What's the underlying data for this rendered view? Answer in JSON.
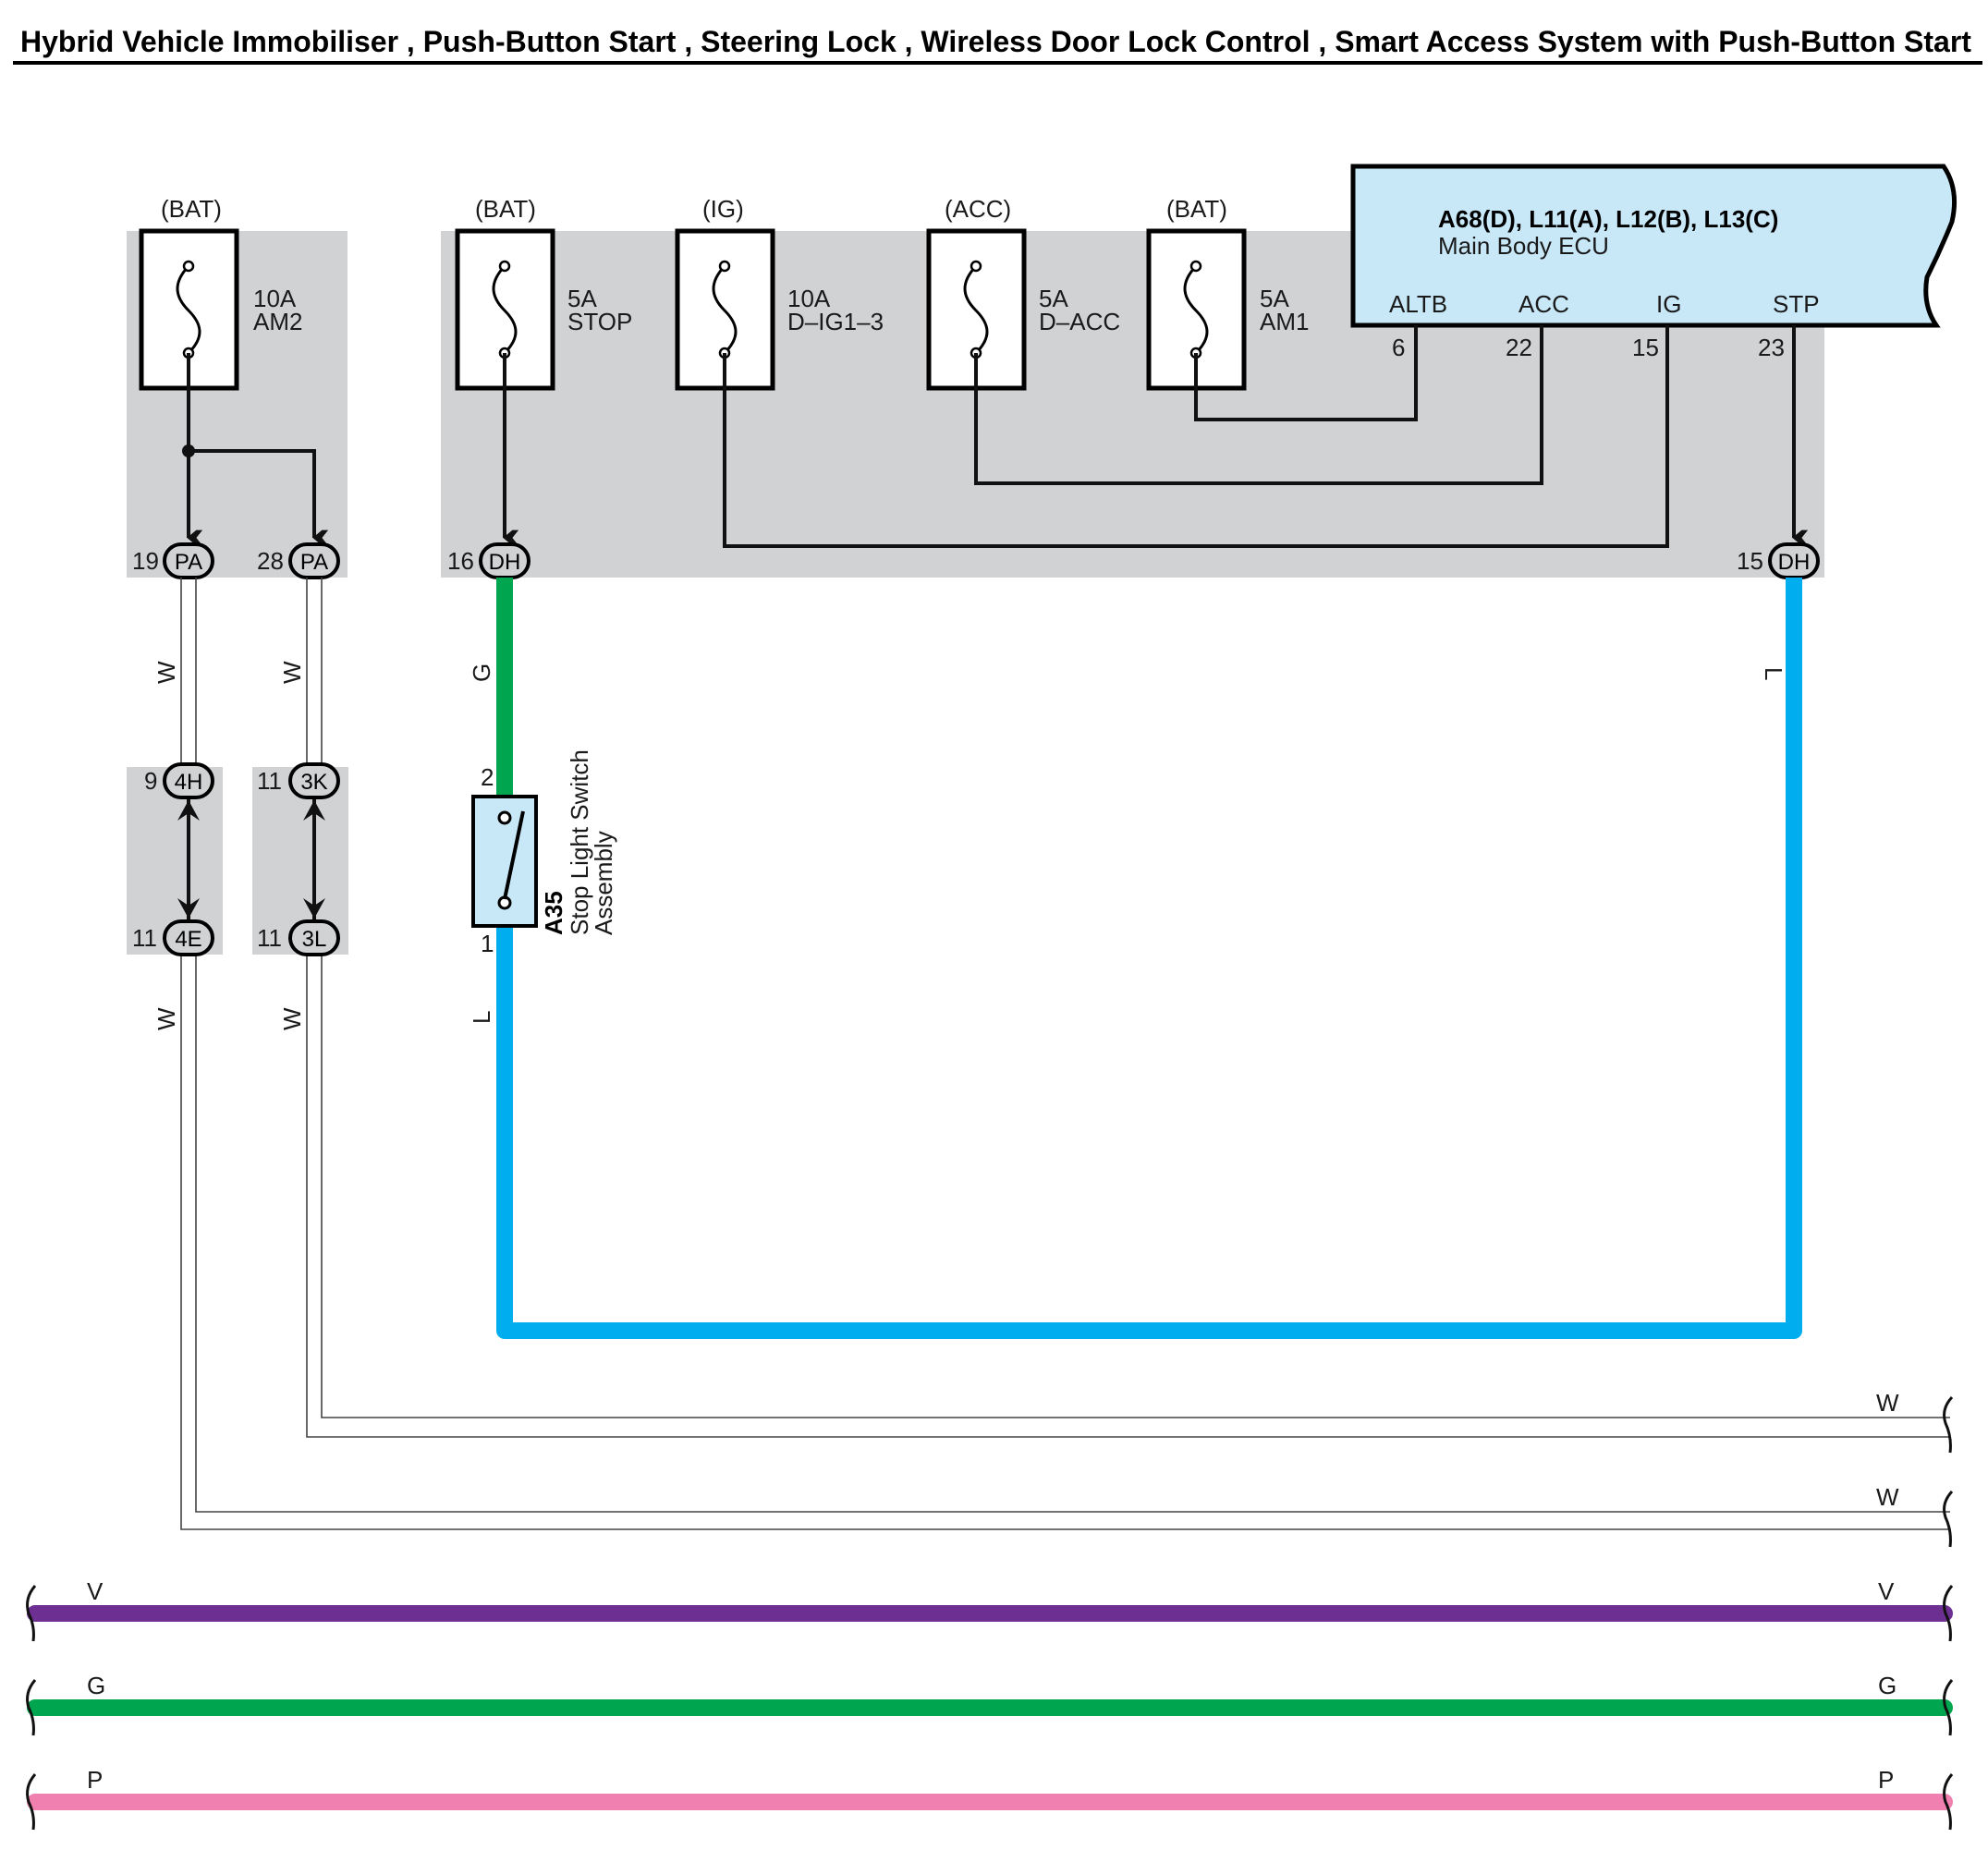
{
  "title": "Hybrid Vehicle Immobiliser , Push-Button Start , Steering Lock , Wireless Door Lock Control , Smart Access System with Push-Button Start",
  "colors": {
    "grey_panel": "#d1d2d4",
    "ecu_fill": "#c8e8f8",
    "green": "#00a550",
    "blue": "#00aeef",
    "violet": "#6d2f91",
    "pink": "#f080b0",
    "white_wire": "#ffffff"
  },
  "fuses": [
    {
      "source": "(BAT)",
      "rating": "10A",
      "name": "AM2"
    },
    {
      "source": "(BAT)",
      "rating": "5A",
      "name": "STOP"
    },
    {
      "source": "(IG)",
      "rating": "10A",
      "name": "D–IG1–3"
    },
    {
      "source": "(ACC)",
      "rating": "5A",
      "name": "D–ACC"
    },
    {
      "source": "(BAT)",
      "rating": "5A",
      "name": "AM1"
    }
  ],
  "ecu": {
    "connectors": "A68(D), L11(A), L12(B), L13(C)",
    "name": "Main Body ECU",
    "terminals": [
      {
        "label": "ALTB",
        "pin": "6"
      },
      {
        "label": "ACC",
        "pin": "22"
      },
      {
        "label": "IG",
        "pin": "15"
      },
      {
        "label": "STP",
        "pin": "23"
      }
    ]
  },
  "connectors": {
    "pa19": {
      "pin": "19",
      "code": "PA"
    },
    "pa28": {
      "pin": "28",
      "code": "PA"
    },
    "dh16": {
      "pin": "16",
      "code": "DH"
    },
    "dh15": {
      "pin": "15",
      "code": "DH"
    },
    "c4h": {
      "pin": "9",
      "code": "4H"
    },
    "c3k": {
      "pin": "11",
      "code": "3K"
    },
    "c4e": {
      "pin": "11",
      "code": "4E"
    },
    "c3l": {
      "pin": "11",
      "code": "3L"
    }
  },
  "switch": {
    "code": "A35",
    "name_line1": "Stop Light Switch",
    "name_line2": "Assembly",
    "pin_top": "2",
    "pin_bottom": "1"
  },
  "wire_labels": {
    "w1": "W",
    "w2": "W",
    "w3": "W",
    "w4": "W",
    "g_stop": "G",
    "l_stop": "L",
    "l_stp": "L",
    "w_right_upper": "W",
    "w_right_lower": "W",
    "v_left": "V",
    "v_right": "V",
    "g_left": "G",
    "g_right": "G",
    "p_left": "P",
    "p_right": "P"
  }
}
